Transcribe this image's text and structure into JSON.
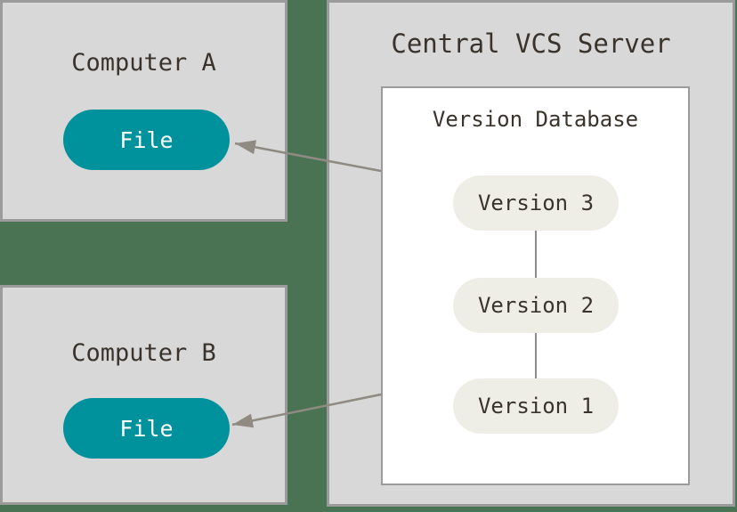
{
  "colors": {
    "background_green": "#4a7353",
    "box_fill": "#d8d8d8",
    "box_border": "#9b9b9b",
    "db_fill": "#ffffff",
    "db_border": "#9b9b9b",
    "teal_pill": "#00929c",
    "teal_pill_text": "#ffffff",
    "version_pill": "#efeee6",
    "text_dark": "#3a332c",
    "arrow": "#8f8a82",
    "connector": "#8c8c8c"
  },
  "nodes": {
    "computer_a": {
      "title": "Computer A",
      "file_label": "File"
    },
    "computer_b": {
      "title": "Computer B",
      "file_label": "File"
    },
    "server": {
      "title": "Central VCS Server",
      "database": {
        "title": "Version Database",
        "versions": [
          "Version 3",
          "Version 2",
          "Version 1"
        ]
      }
    }
  },
  "arrows": [
    {
      "from": "version-database",
      "to": "computer-a-file"
    },
    {
      "from": "version-database",
      "to": "computer-b-file"
    }
  ]
}
